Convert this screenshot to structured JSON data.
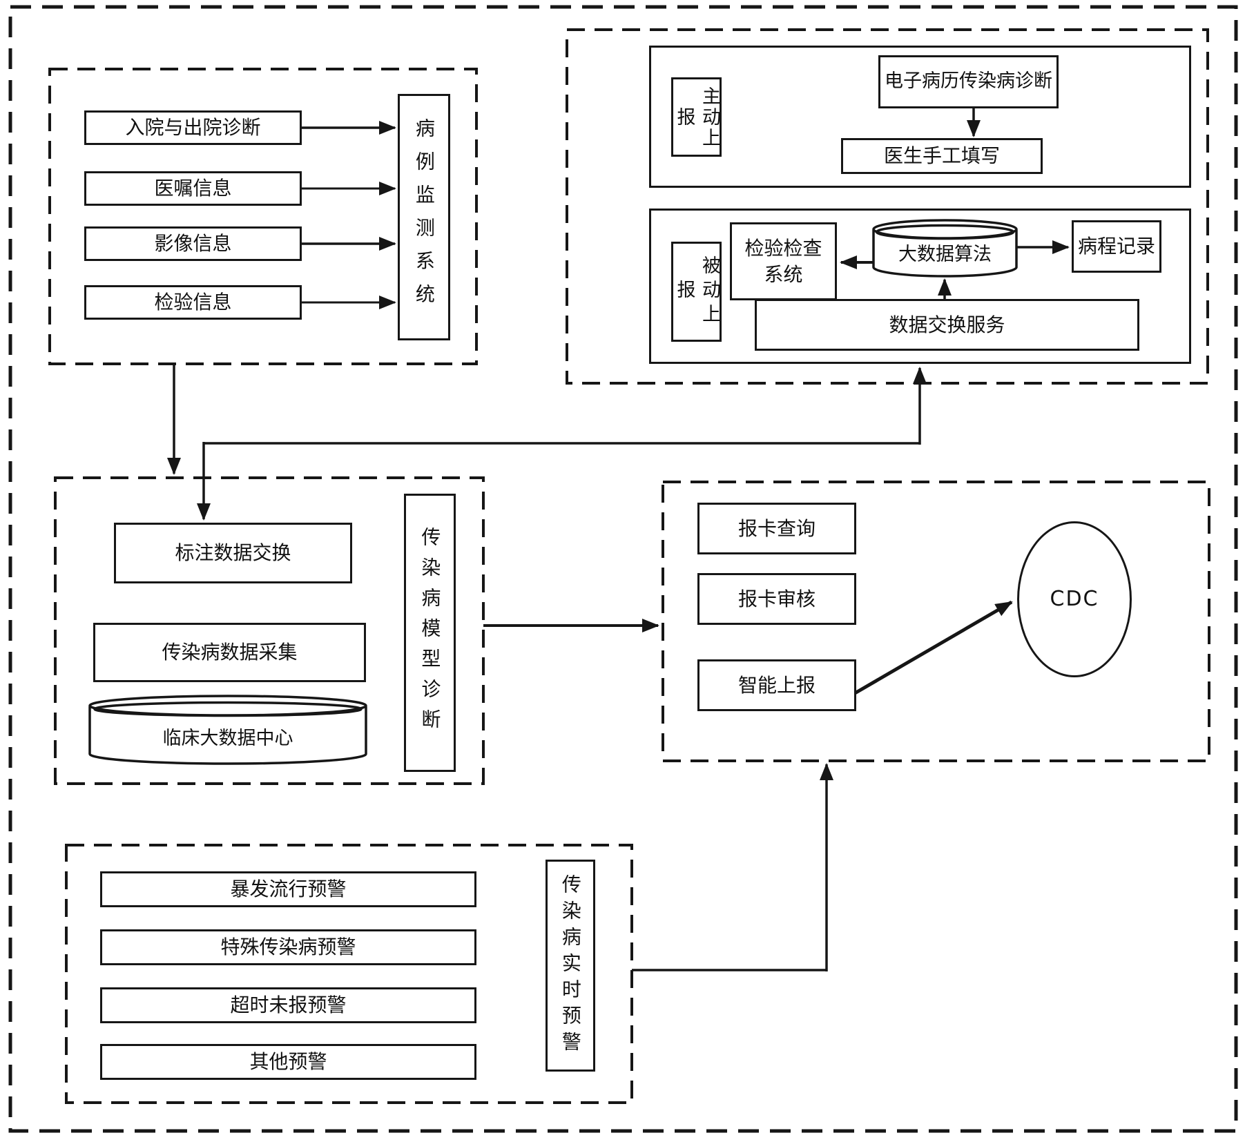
{
  "groups": {
    "monitor": {
      "sources": [
        "入院与出院诊断",
        "医嘱信息",
        "影像信息",
        "检验信息"
      ],
      "system": "病例监测系统"
    },
    "active_report": {
      "side_label": "主动上报",
      "emr": "电子病历传染病诊断",
      "manual": "医生手工填写"
    },
    "passive_report": {
      "side_label": "被动上报",
      "lab": "检验检查系统",
      "algo": "大数据算法",
      "course": "病程记录",
      "exchange": "数据交换服务"
    },
    "model": {
      "annotate": "标注数据交换",
      "collect": "传染病数据采集",
      "center": "临床大数据中心",
      "diagnose": "传染病模型诊断"
    },
    "card": {
      "query": "报卡查询",
      "audit": "报卡审核",
      "smart": "智能上报",
      "cdc": "CDC"
    },
    "warning": {
      "items": [
        "暴发流行预警",
        "特殊传染病预警",
        "超时未报预警",
        "其他预警"
      ],
      "side_label": "传染病实时预警"
    }
  },
  "colors": {
    "line": "#161616",
    "background": "#ffffff"
  }
}
